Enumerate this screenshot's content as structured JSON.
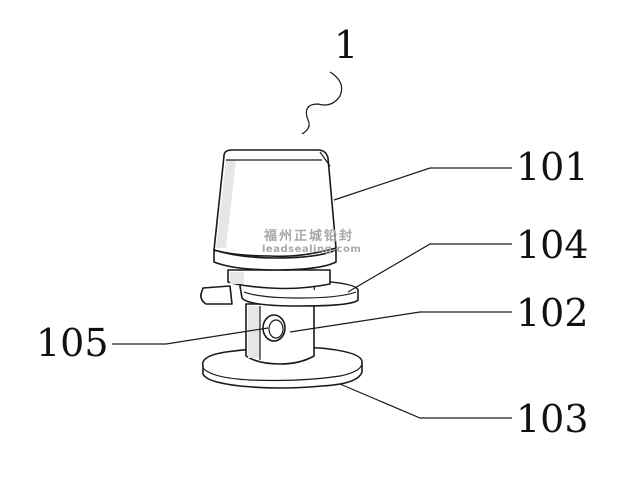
{
  "labels": {
    "assembly": "1",
    "cap": "101",
    "stem": "102",
    "base": "103",
    "ring": "104",
    "hole": "105"
  },
  "watermark": {
    "line1": "福州正城铅封",
    "line2": "leadsealing.com"
  }
}
